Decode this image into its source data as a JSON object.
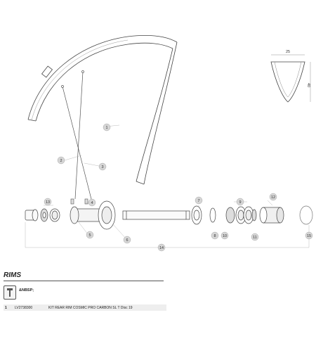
{
  "callouts": [
    "1",
    "2",
    "3",
    "4",
    "5",
    "6",
    "7",
    "8",
    "9",
    "10",
    "11",
    "12",
    "13",
    "14",
    "15"
  ],
  "profile_dims": {
    "width": "25",
    "height": "40"
  },
  "section": {
    "title": "RIMS",
    "tool_label": "&NBSP;"
  },
  "parts": [
    {
      "num": "1",
      "ref": "LV2738300",
      "desc": "KIT REAR RIM COSMIC PRO CARBON SL T Disc 19"
    }
  ]
}
